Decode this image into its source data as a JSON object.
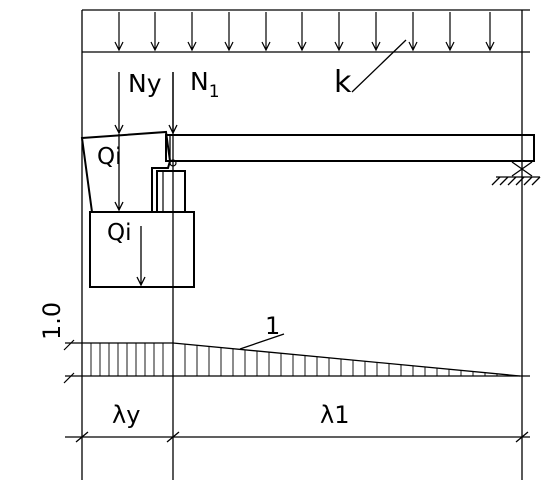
{
  "labels": {
    "load_k": "k",
    "force_ny": "Ny",
    "force_n1_base": "N",
    "force_n1_sub": "1",
    "weight_upper": "Qi",
    "weight_lower": "Qi",
    "diagram_value": "1.0",
    "diagram_id": "1",
    "span_y": "λy",
    "span_1": "λ1"
  }
}
